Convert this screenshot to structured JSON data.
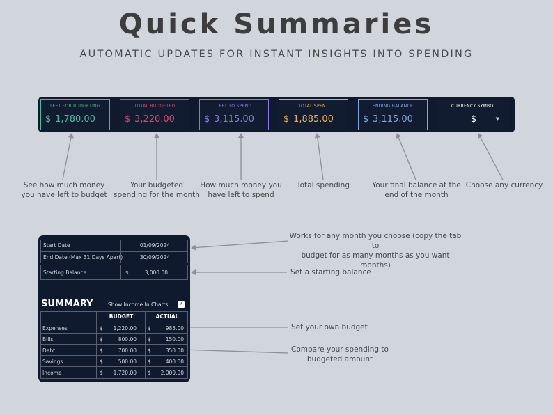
{
  "header": {
    "title": "Quick Summaries",
    "subtitle": "AUTOMATIC UPDATES FOR INSTANT INSIGHTS INTO SPENDING"
  },
  "summary_cards": [
    {
      "label": "LEFT FOR BUDGETING",
      "currency": "$",
      "value": "1,780.00",
      "color": "#3fbf9f"
    },
    {
      "label": "TOTAL BUDGETED",
      "currency": "$",
      "value": "3,220.00",
      "color": "#e0447a"
    },
    {
      "label": "LEFT TO SPEND",
      "currency": "$",
      "value": "3,115.00",
      "color": "#8a78e8"
    },
    {
      "label": "TOTAL SPENT",
      "currency": "$",
      "value": "1,885.00",
      "color": "#f2b233"
    },
    {
      "label": "ENDING BALANCE",
      "currency": "$",
      "value": "3,115.00",
      "color": "#7fa8e0"
    },
    {
      "label": "CURRENCY SYMBOL",
      "value": "$",
      "color": "#ffffff"
    }
  ],
  "card_callouts": [
    "See how much money\nyou have left to budget",
    "Your budgeted\nspending for the month",
    "How much money you\nhave left to spend",
    "Total spending",
    "Your final balance at the\nend of the month",
    "Choose any currency"
  ],
  "settings": {
    "start_date_label": "Start Date",
    "start_date": "01/09/2024",
    "end_date_label": "End Date (Max 31 Days Apart)",
    "end_date": "30/09/2024",
    "starting_balance_label": "Starting Balance",
    "starting_balance_currency": "$",
    "starting_balance": "3,000.00"
  },
  "summary": {
    "title": "SUMMARY",
    "show_income_label": "Show Income In Charts",
    "show_income_checked": true,
    "check_mark": "✓",
    "headers": {
      "budget": "BUDGET",
      "actual": "ACTUAL"
    },
    "currency": "$",
    "rows": [
      {
        "name": "Expenses",
        "budget": "1,220.00",
        "actual": "985.00"
      },
      {
        "name": "Bills",
        "budget": "800.00",
        "actual": "150.00"
      },
      {
        "name": "Debt",
        "budget": "700.00",
        "actual": "350.00"
      },
      {
        "name": "Savings",
        "budget": "500.00",
        "actual": "400.00"
      },
      {
        "name": "Income",
        "budget": "1,720.00",
        "actual": "2,000.00"
      }
    ]
  },
  "panel_callouts": {
    "dates": "Works for any month you choose (copy the tab to\nbudget for as many months as you want months)",
    "balance": "Set a starting balance",
    "budget": "Set your own budget",
    "compare": "Compare your spending to\nbudgeted amount"
  }
}
